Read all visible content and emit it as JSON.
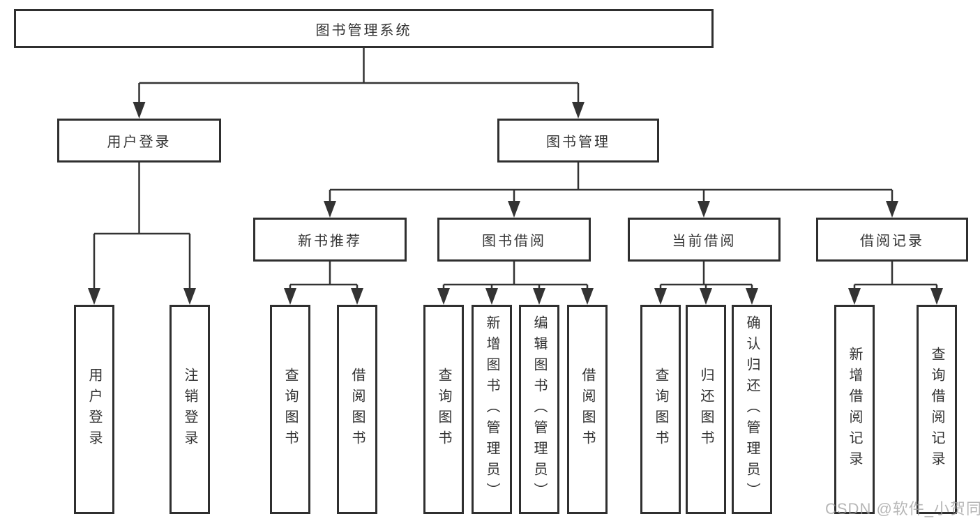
{
  "diagram": {
    "root": {
      "label": "图书管理系统"
    },
    "children": [
      {
        "label": "用户登录",
        "children": [
          {
            "label": "用户登录"
          },
          {
            "label": "注销登录"
          }
        ]
      },
      {
        "label": "图书管理",
        "children": [
          {
            "label": "新书推荐",
            "children": [
              {
                "label": "查询图书"
              },
              {
                "label": "借阅图书"
              }
            ]
          },
          {
            "label": "图书借阅",
            "children": [
              {
                "label": "查询图书"
              },
              {
                "label": "新增图书（管理员）"
              },
              {
                "label": "编辑图书（管理员）"
              },
              {
                "label": "借阅图书"
              }
            ]
          },
          {
            "label": "当前借阅",
            "children": [
              {
                "label": "查询图书"
              },
              {
                "label": "归还图书"
              },
              {
                "label": "确认归还（管理员）"
              }
            ]
          },
          {
            "label": "借阅记录",
            "children": [
              {
                "label": "新增借阅记录"
              },
              {
                "label": "查询借阅记录"
              }
            ]
          }
        ]
      }
    ]
  },
  "watermark": {
    "text": "CSDN @软件_小贺同学"
  },
  "colors": {
    "line": "#333333",
    "border": "#2f2f2f",
    "text": "#333333",
    "watermark": "#9e9e9e",
    "background": "#ffffff"
  }
}
